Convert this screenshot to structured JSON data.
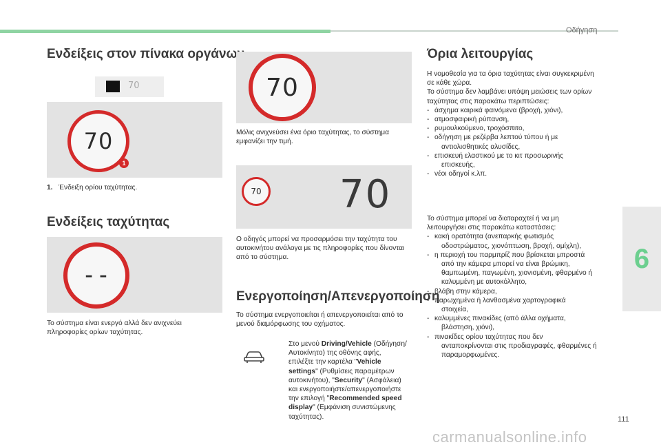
{
  "header": {
    "section": "Οδήγηση"
  },
  "col1": {
    "title1": "Ενδείξεις στον πίνακα οργάνων",
    "mini_display_value": "70",
    "sign1_value": "70",
    "badge": "1",
    "caption_num": "1.",
    "caption_text": "Ένδειξη ορίου ταχύτητας.",
    "title2": "Ενδείξεις ταχύτητας",
    "sign2_value": "– –",
    "para1_line1": "Το σύστημα είναι ενεργό αλλά δεν ανιχνεύει",
    "para1_line2": "πληροφορίες ορίων ταχύτητας."
  },
  "col2": {
    "sign3_value": "70",
    "para1_line1": "Μόλις ανιχνεύσει ένα όριο ταχύτητας, το σύστημα",
    "para1_line2": "εμφανίζει την τιμή.",
    "small_sign_value": "70",
    "big_display_value": "70",
    "para2_line1": "Ο οδηγός μπορεί να προσαρμόσει την ταχύτητα του",
    "para2_line2": "αυτοκινήτου ανάλογα με τις πληροφορίες που δίνονται",
    "para2_line3": "από το σύστημα.",
    "title": "Ενεργοποίηση/Απενεργοποίηση",
    "para3_line1": "Το σύστημα ενεργοποιείται ή απενεργοποιείται από το",
    "para3_line2": "μενού διαμόρφωσης του οχήματος.",
    "menu": {
      "arrow": "",
      "l1_pre": "Στο μενού ",
      "l1_bold": "Driving/Vehicle",
      "l1_post": " (Οδήγηση/",
      "l2": "Αυτοκίνητο) της οθόνης αφής,",
      "l3_pre": "επιλέξτε την καρτέλα \"",
      "l3_bold": "Vehicle",
      "l4_bold": "settings",
      "l4_post": "\" (Ρυθμίσεις παραμέτρων",
      "l5_pre": "αυτοκινήτου), \"",
      "l5_bold": "Security",
      "l5_post": "\" (Ασφάλεια)",
      "l6": "και ενεργοποιήστε/απενεργοποιήστε",
      "l7_pre": "την επιλογή \"",
      "l7_bold": "Recommended speed",
      "l8_bold": "display",
      "l8_post": "\" (Εμφάνιση συνιστώμενης",
      "l9": "ταχύτητας)."
    }
  },
  "col3": {
    "title": "Όρια λειτουργίας",
    "p1_l1": "Η νομοθεσία για τα όρια ταχύτητας είναι συγκεκριμένη",
    "p1_l2": "σε κάθε χώρα.",
    "p1_l3": "Το σύστημα δεν λαμβάνει υπόψη μειώσεις των ορίων",
    "p1_l4": "ταχύτητας στις παρακάτω περιπτώσεις:",
    "list1": [
      "άσχημα καιρικά φαινόμενα (βροχή, χιόνι),",
      "ατμοσφαιρική ρύπανση,",
      "ρυμουλκούμενο, τροχόσπιτο,",
      "οδήγηση με ρεζέρβα λεπτού τύπου ή με",
      "επισκευή ελαστικού με το κιτ προσωρινής",
      "νέοι οδηγοί κ.λπ."
    ],
    "list1_cont": {
      "item3": "αντιολισθητικές αλυσίδες,",
      "item4": "επισκευής,"
    },
    "p2_l1": "Το σύστημα μπορεί να διαταραχτεί ή να μη",
    "p2_l2": "λειτουργήσει στις παρακάτω καταστάσεις:",
    "list2": [
      "κακή ορατότητα (ανεπαρκής φωτισμός",
      "η περιοχή του παρμπρίζ που βρίσκεται μπροστά",
      "βλάβη στην κάμερα,",
      "παρωχημένα ή λανθασμένα χαρτογραφικά",
      "καλυμμένες πινακίδες (από άλλα οχήματα,",
      "πινακίδες ορίου ταχύτητας που δεν"
    ],
    "list2_cont": {
      "item0": "οδοστρώματος, χιονόπτωση, βροχή, ομίχλη),",
      "item1a": "από την κάμερα μπορεί να είναι βρώμικη,",
      "item1b": "θαμπωμένη, παγωμένη, χιονισμένη, φθαρμένο ή",
      "item1c": "καλυμμένη με αυτοκόλλητο,",
      "item3": "στοιχεία,",
      "item4": "βλάστηση, χιόνι),",
      "item5a": "ανταποκρίνονται στις προδιαγραφές, φθαρμένες ή",
      "item5b": "παραμορφωμένες."
    }
  },
  "chapter": "6",
  "page_number": "111",
  "watermark": "carmanualsonline.info"
}
